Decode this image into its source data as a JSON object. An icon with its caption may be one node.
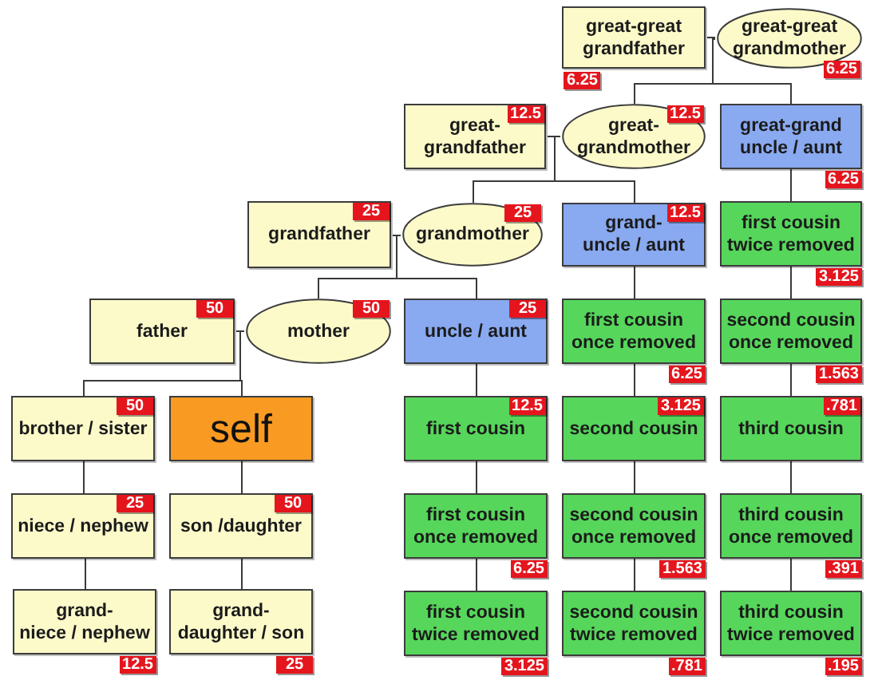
{
  "diagram": {
    "nodes": [
      {
        "text": [
          "great-great grandfather"
        ],
        "beside": [
          "6.25"
        ]
      },
      {
        "text": [
          "great-great grandmother"
        ],
        "beside": [
          "6.25"
        ]
      },
      {
        "text": [
          "12.5",
          "great- grandfather"
        ]
      },
      {
        "text": [
          "great- grandmother"
        ],
        "beside": [
          "12.5"
        ]
      },
      {
        "text": [
          "great-grand uncle / aunt"
        ],
        "beside": [
          "6.25"
        ]
      },
      {
        "text": [
          "25",
          "grandfather"
        ]
      },
      {
        "text": [
          "grandmother"
        ],
        "beside": [
          "25"
        ]
      },
      {
        "text": [
          "12.5",
          "grand- uncle / aunt"
        ]
      },
      {
        "text": [
          "first cousin twice removed"
        ],
        "beside": [
          "3.125"
        ]
      },
      {
        "text": [
          "50",
          "father"
        ]
      },
      {
        "text": [
          "mother"
        ],
        "beside": [
          "50"
        ]
      },
      {
        "text": [
          "25",
          "uncle / aunt"
        ]
      },
      {
        "text": [
          "first cousin once removed"
        ],
        "beside": [
          "6.25"
        ]
      },
      {
        "text": [
          "second cousin once removed"
        ],
        "beside": [
          "1.563"
        ]
      },
      {
        "text": [
          "50",
          "brother / sister"
        ]
      },
      {
        "text": [
          "self"
        ]
      },
      {
        "text": [
          "12.5",
          "first cousin"
        ]
      },
      {
        "text": [
          "3.125",
          "second cousin"
        ]
      },
      {
        "text": [
          ".781",
          "third cousin"
        ]
      },
      {
        "text": [
          "25",
          "niece / nephew"
        ]
      },
      {
        "text": [
          "50",
          "son /daughter"
        ]
      },
      {
        "text": [
          "first cousin once removed"
        ],
        "beside": [
          "6.25"
        ]
      },
      {
        "text": [
          "second cousin once removed"
        ],
        "beside": [
          "1.563"
        ]
      },
      {
        "text": [
          "third cousin once removed"
        ],
        "beside": [
          ".391"
        ]
      },
      {
        "text": [
          "grand- niece / nephew"
        ],
        "beside": [
          "12.5"
        ]
      },
      {
        "text": [
          "grand- daughter / son"
        ],
        "beside": [
          "25"
        ]
      },
      {
        "text": [
          "first cousin twice removed"
        ],
        "beside": [
          "3.125"
        ]
      },
      {
        "text": [
          "second cousin twice removed"
        ],
        "beside": [
          ".781"
        ]
      },
      {
        "text": [
          "third cousin twice removed"
        ],
        "beside": [
          ".195"
        ]
      }
    ],
    "edges": [
      {
        "from": 0,
        "to": 1,
        "arrow": "none"
      },
      {
        "from": 0,
        "to": 3,
        "arrow": "none"
      },
      {
        "from": 1,
        "to": 3,
        "arrow": "none"
      },
      {
        "from": 0,
        "to": 4,
        "arrow": "none"
      },
      {
        "from": 1,
        "to": 4,
        "arrow": "none"
      },
      {
        "from": 2,
        "to": 3,
        "arrow": "none"
      },
      {
        "from": 2,
        "to": 6,
        "arrow": "none"
      },
      {
        "from": 3,
        "to": 6,
        "arrow": "none"
      },
      {
        "from": 2,
        "to": 7,
        "arrow": "none"
      },
      {
        "from": 3,
        "to": 7,
        "arrow": "none"
      },
      {
        "from": 4,
        "to": 8,
        "arrow": "none"
      },
      {
        "from": 5,
        "to": 6,
        "arrow": "none"
      },
      {
        "from": 5,
        "to": 10,
        "arrow": "none"
      },
      {
        "from": 6,
        "to": 10,
        "arrow": "none"
      },
      {
        "from": 5,
        "to": 11,
        "arrow": "none"
      },
      {
        "from": 6,
        "to": 11,
        "arrow": "none"
      },
      {
        "from": 7,
        "to": 12,
        "arrow": "none"
      },
      {
        "from": 8,
        "to": 13,
        "arrow": "none"
      },
      {
        "from": 9,
        "to": 10,
        "arrow": "none"
      },
      {
        "from": 9,
        "to": 14,
        "arrow": "none"
      },
      {
        "from": 10,
        "to": 14,
        "arrow": "none"
      },
      {
        "from": 9,
        "to": 15,
        "arrow": "none"
      },
      {
        "from": 10,
        "to": 15,
        "arrow": "none"
      },
      {
        "from": 11,
        "to": 16,
        "arrow": "none"
      },
      {
        "from": 12,
        "to": 17,
        "arrow": "none"
      },
      {
        "from": 13,
        "to": 18,
        "arrow": "none"
      },
      {
        "from": 14,
        "to": 19,
        "arrow": "none"
      },
      {
        "from": 15,
        "to": 20,
        "arrow": "none"
      },
      {
        "from": 16,
        "to": 21,
        "arrow": "none"
      },
      {
        "from": 17,
        "to": 22,
        "arrow": "none"
      },
      {
        "from": 18,
        "to": 23,
        "arrow": "none"
      },
      {
        "from": 19,
        "to": 24,
        "arrow": "none"
      },
      {
        "from": 20,
        "to": 25,
        "arrow": "none"
      },
      {
        "from": 21,
        "to": 26,
        "arrow": "none"
      },
      {
        "from": 22,
        "to": 27,
        "arrow": "none"
      },
      {
        "from": 23,
        "to": 28,
        "arrow": "none"
      }
    ]
  }
}
